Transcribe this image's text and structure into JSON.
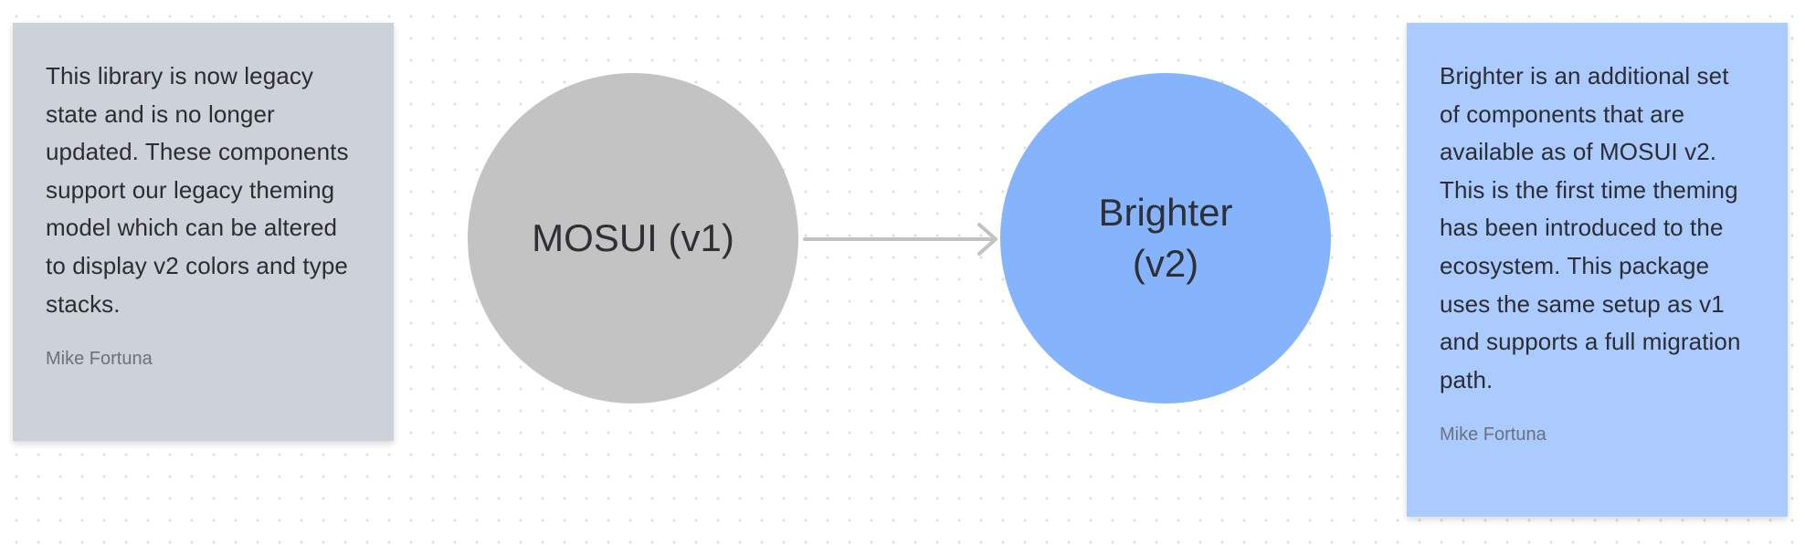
{
  "colors": {
    "legacy_note": "#cdd1d8",
    "legacy_node": "#c3c3c3",
    "brighter_node": "#85b4fc",
    "brighter_note": "#abcafd",
    "connector": "#c2c2c2"
  },
  "notes": {
    "legacy": {
      "text": "This library is now legacy state and is no longer updated. These components support our legacy theming model which can be altered to display v2 colors and type stacks.",
      "author": "Mike Fortuna"
    },
    "brighter": {
      "text": "Brighter is an additional set of components that are available as of MOSUI v2. This is the first time theming has been introduced to the ecosystem. This package uses the same setup as v1 and supports a full migration path.",
      "author": "Mike Fortuna"
    }
  },
  "nodes": {
    "v1": {
      "label": "MOSUI (v1)"
    },
    "v2": {
      "label": "Brighter\n(v2)"
    }
  }
}
